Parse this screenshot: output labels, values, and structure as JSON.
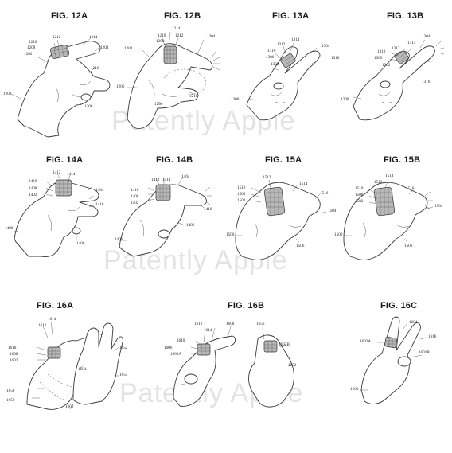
{
  "figures": [
    {
      "id": "fig12a",
      "title": "FIG. 12A",
      "refs": [
        "1212",
        "1210",
        "1214",
        "1208",
        "1202",
        "1204",
        "1216",
        "1200",
        "1206"
      ]
    },
    {
      "id": "fig12b",
      "title": "FIG. 12B",
      "refs": [
        "1214",
        "1210",
        "1212",
        "1208",
        "1204",
        "1202",
        "1206",
        "1216",
        "1200"
      ]
    },
    {
      "id": "fig13a",
      "title": "FIG. 13A",
      "refs": [
        "1314",
        "1312",
        "1310",
        "1304",
        "1306",
        "1302",
        "1316",
        "1300"
      ]
    },
    {
      "id": "fig13b",
      "title": "FIG. 13B",
      "refs": [
        "1304",
        "1314",
        "1310",
        "1312",
        "1306",
        "1302",
        "1316",
        "1300"
      ]
    },
    {
      "id": "fig14a",
      "title": "FIG. 14A",
      "refs": [
        "1412",
        "1414",
        "1410",
        "1408",
        "1402",
        "1404",
        "1416",
        "1400",
        "1406"
      ]
    },
    {
      "id": "fig14b",
      "title": "FIG. 14B",
      "refs": [
        "1412",
        "1414",
        "1404",
        "1410",
        "1408",
        "1402",
        "1416",
        "1406",
        "1400"
      ]
    },
    {
      "id": "fig15a",
      "title": "FIG. 15A",
      "refs": [
        "1512",
        "1514",
        "1510",
        "1508",
        "1502",
        "1516",
        "1504",
        "1500",
        "1506"
      ]
    },
    {
      "id": "fig15b",
      "title": "FIG. 15B",
      "refs": [
        "1514",
        "1510",
        "1512",
        "1516",
        "1508",
        "1502",
        "1504",
        "1500",
        "1506"
      ]
    },
    {
      "id": "fig16a",
      "title": "FIG. 16A",
      "refs": [
        "1614",
        "1612",
        "1610",
        "1608",
        "1602",
        "1652",
        "1604",
        "1606",
        "1654",
        "1656",
        "1650"
      ]
    },
    {
      "id": "fig16b",
      "title": "FIG. 16B",
      "refs": [
        "1612",
        "1614",
        "1608",
        "1656",
        "1610",
        "1606",
        "1602A",
        "1602B",
        "1652"
      ]
    },
    {
      "id": "fig16c",
      "title": "FIG. 16C",
      "refs": [
        "1604",
        "1602A",
        "1616",
        "1602B",
        "1600"
      ]
    }
  ],
  "watermarks": [
    "Patently Apple",
    "Patently Apple",
    "Patently Apple"
  ]
}
